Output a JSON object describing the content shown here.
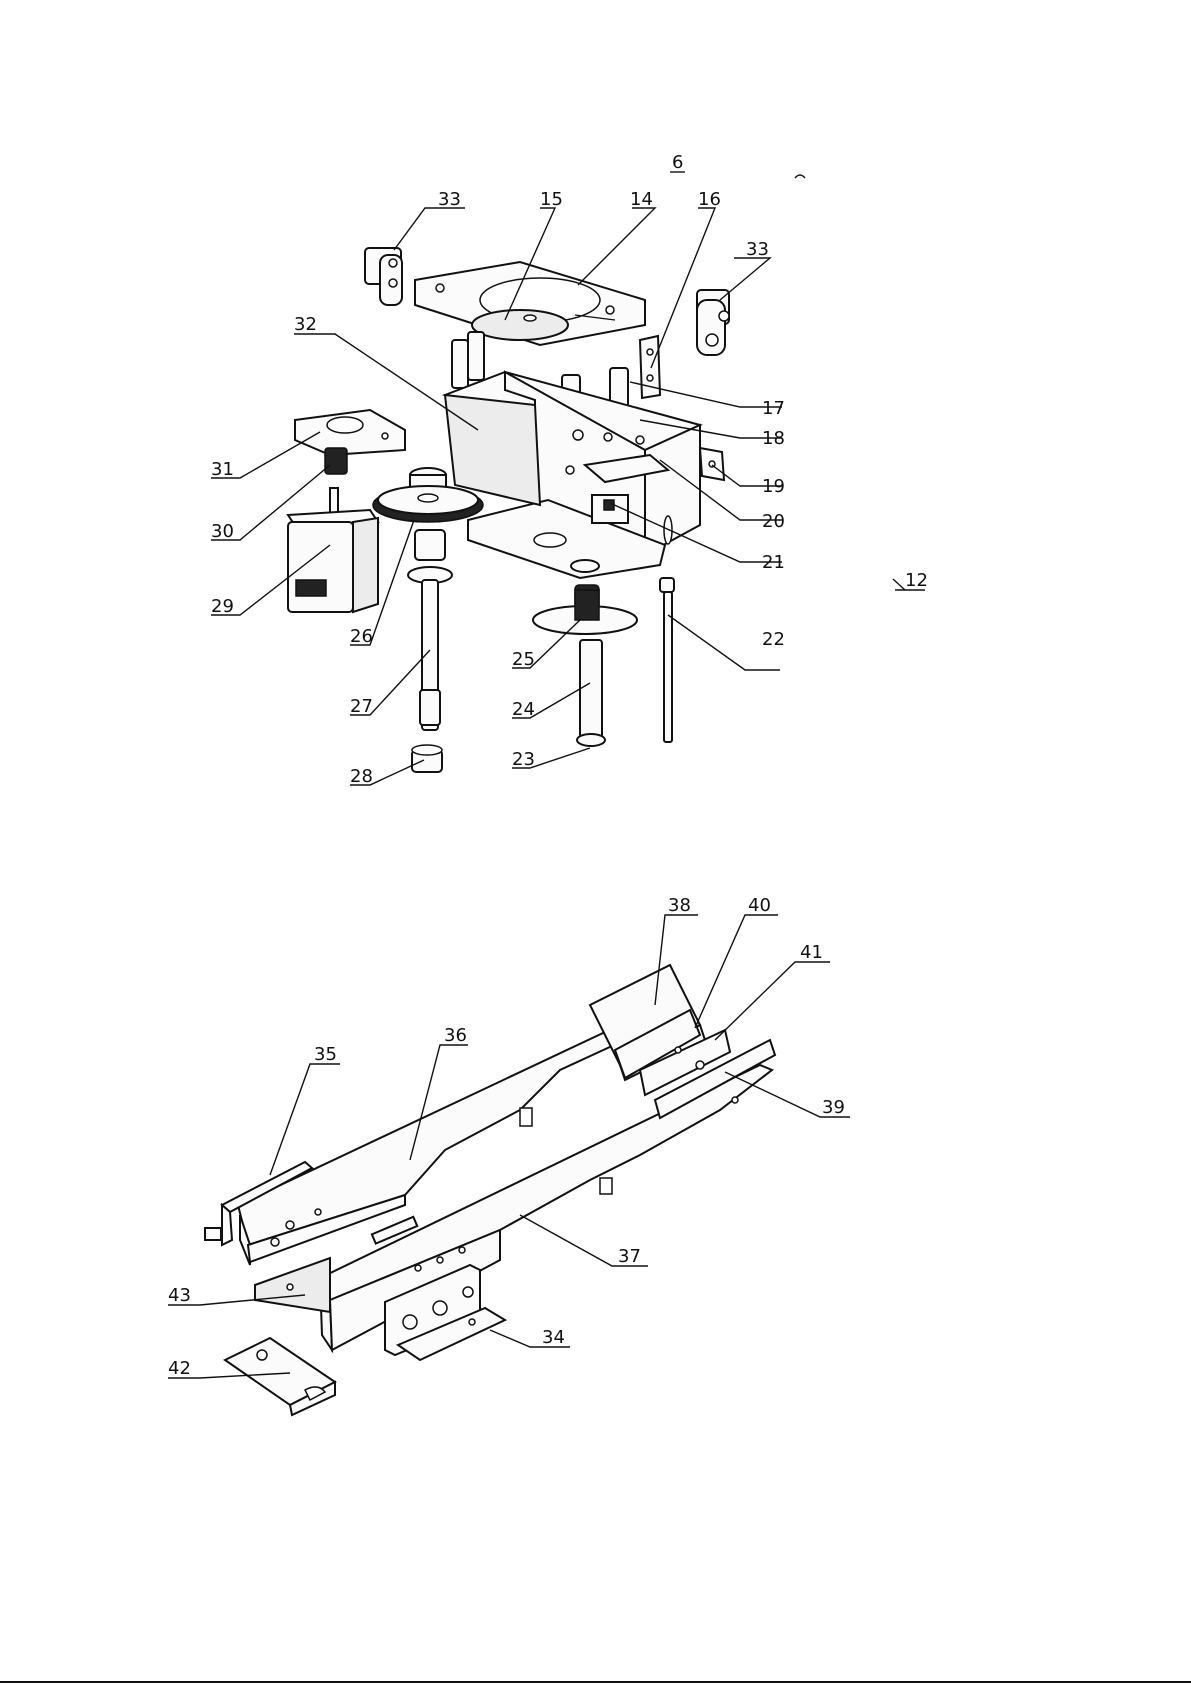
{
  "diagram_top": {
    "labels": {
      "l6": "6",
      "l33a": "33",
      "l15": "15",
      "l14": "14",
      "l16": "16",
      "l33b": "33",
      "l32": "32",
      "l17": "17",
      "l18": "18",
      "l31": "31",
      "l19": "19",
      "l30": "30",
      "l20": "20",
      "l29": "29",
      "l21": "21",
      "l12": "12",
      "l26": "26",
      "l25": "25",
      "l22": "22",
      "l27": "27",
      "l24": "24",
      "l28": "28",
      "l23": "23"
    }
  },
  "diagram_bottom": {
    "labels": {
      "l38": "38",
      "l40": "40",
      "l41": "41",
      "l35": "35",
      "l36": "36",
      "l39": "39",
      "l37": "37",
      "l43": "43",
      "l34": "34",
      "l42": "42"
    }
  }
}
